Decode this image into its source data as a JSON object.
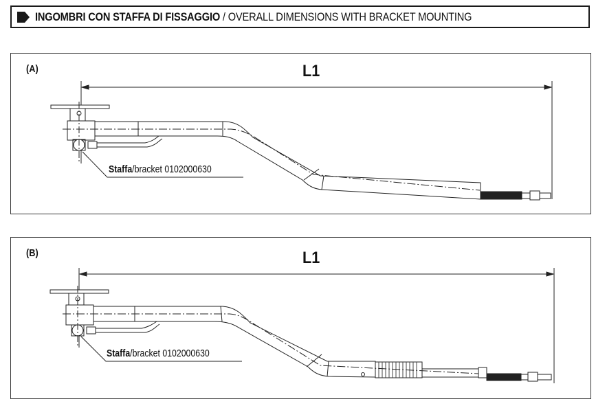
{
  "header": {
    "marker_icon": "chevron-right-marker-icon",
    "title_it": "INGOMBRI CON STAFFA DI FISSAGGIO",
    "separator": " / ",
    "title_en": "OVERALL DIMENSIONS WITH BRACKET MOUNTING"
  },
  "panels": [
    {
      "label": "(A)",
      "dimension": "L1",
      "callout_bold": "Staffa",
      "callout_normal": "/bracket  0102000630"
    },
    {
      "label": "(B)",
      "dimension": "L1",
      "callout_bold": "Staffa",
      "callout_normal": "/bracket  0102000630"
    }
  ]
}
